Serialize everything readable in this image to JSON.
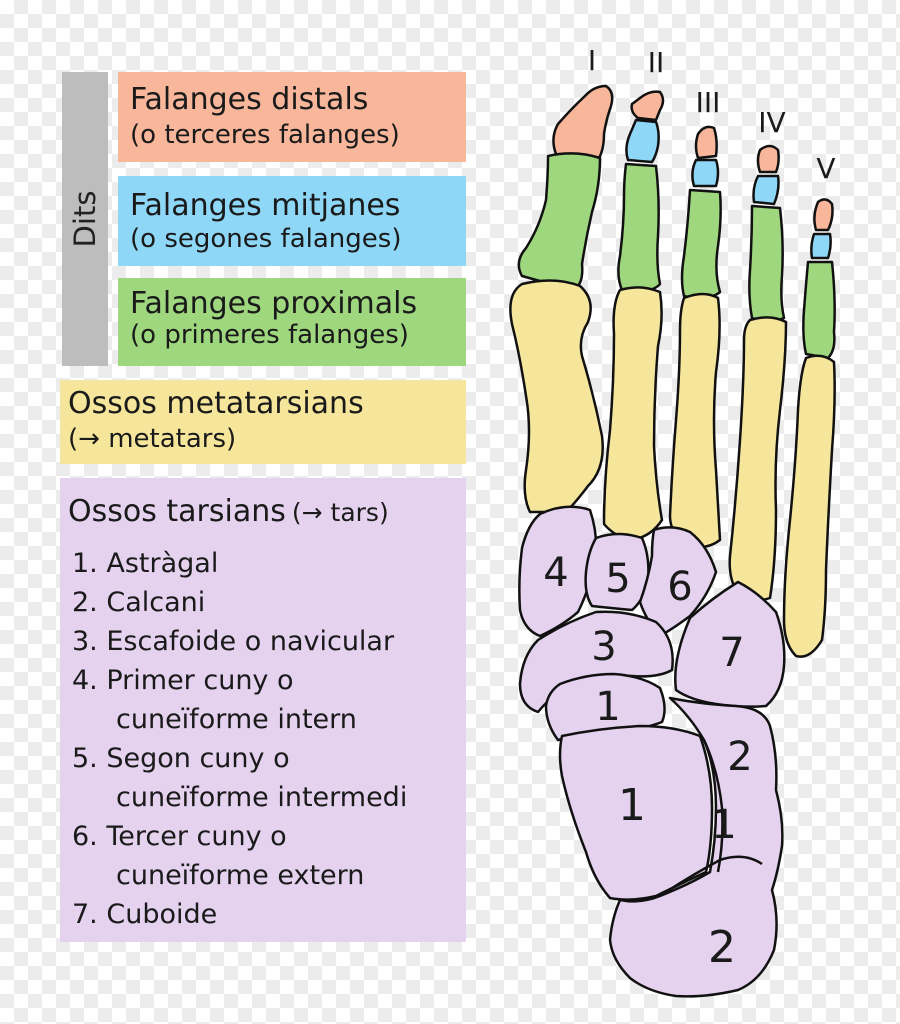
{
  "sidebar": {
    "dits_label": "Dits"
  },
  "legend": {
    "distals": {
      "title": "Falanges distals",
      "subtitle": "(o terceres falanges)"
    },
    "mitjanes": {
      "title": "Falanges mitjanes",
      "subtitle": "(o segones falanges)"
    },
    "proximals": {
      "title": "Falanges proximals",
      "subtitle": "(o primeres falanges)"
    },
    "metatarsians": {
      "title": "Ossos metatarsians",
      "subtitle": "(→ metatars)"
    },
    "tarsians": {
      "title": "Ossos tarsians",
      "subtitle": "(→ tars)",
      "items": [
        {
          "num": "1.",
          "line1": "Astràgal",
          "line2": ""
        },
        {
          "num": "2.",
          "line1": "Calcani",
          "line2": ""
        },
        {
          "num": "3.",
          "line1": "Escafoide o navicular",
          "line2": ""
        },
        {
          "num": "4.",
          "line1": "Primer cuny o",
          "line2": "cuneïforme intern"
        },
        {
          "num": "5.",
          "line1": "Segon cuny o",
          "line2": "cuneïforme intermedi"
        },
        {
          "num": "6.",
          "line1": "Tercer cuny o",
          "line2": "cuneïforme extern"
        },
        {
          "num": "7.",
          "line1": "Cuboide",
          "line2": ""
        }
      ]
    }
  },
  "diagram": {
    "toe_labels": [
      "I",
      "II",
      "III",
      "IV",
      "V"
    ],
    "bone_labels": {
      "cuneiform_medial": "4",
      "cuneiform_intermediate": "5",
      "cuneiform_lateral": "6",
      "navicular": "3",
      "cuboid": "7",
      "talus_head": "1",
      "talus_body": "1",
      "talus_side": "1",
      "calcaneus_upper": "2",
      "calcaneus_lower": "2"
    },
    "colors": {
      "distal": "#f8b69b",
      "middle": "#8fd7f6",
      "proximal": "#9ed77e",
      "metatarsal": "#f6e69c",
      "tarsal": "#e4d2ef",
      "outline": "#111111"
    }
  }
}
